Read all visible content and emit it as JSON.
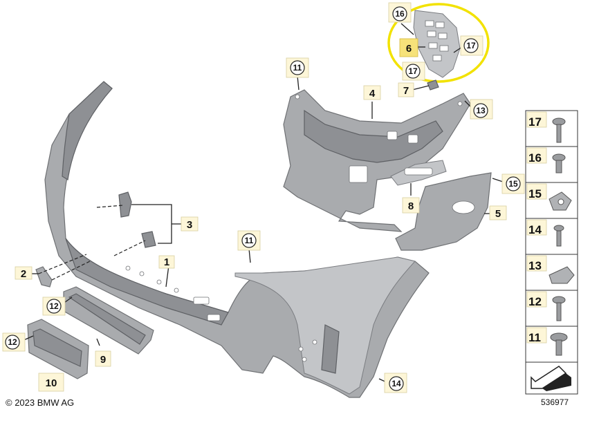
{
  "copyright": "© 2023 BMW AG",
  "diagram_number": "536977",
  "callouts": {
    "c1": "1",
    "c2": "2",
    "c3": "3",
    "c4": "4",
    "c5": "5",
    "c6": "6",
    "c7": "7",
    "c8": "8",
    "c9": "9",
    "c10": "10",
    "c11a": "11",
    "c11b": "11",
    "c12a": "12",
    "c12b": "12",
    "c13": "13",
    "c14": "14",
    "c15": "15",
    "c16": "16",
    "c17a": "17",
    "c17b": "17"
  },
  "legend": {
    "items": [
      "17",
      "16",
      "15",
      "14",
      "13",
      "12",
      "11"
    ]
  },
  "colors": {
    "highlight": "#f2e200",
    "part": "#a9abae",
    "tab": "#fdf6d8"
  }
}
